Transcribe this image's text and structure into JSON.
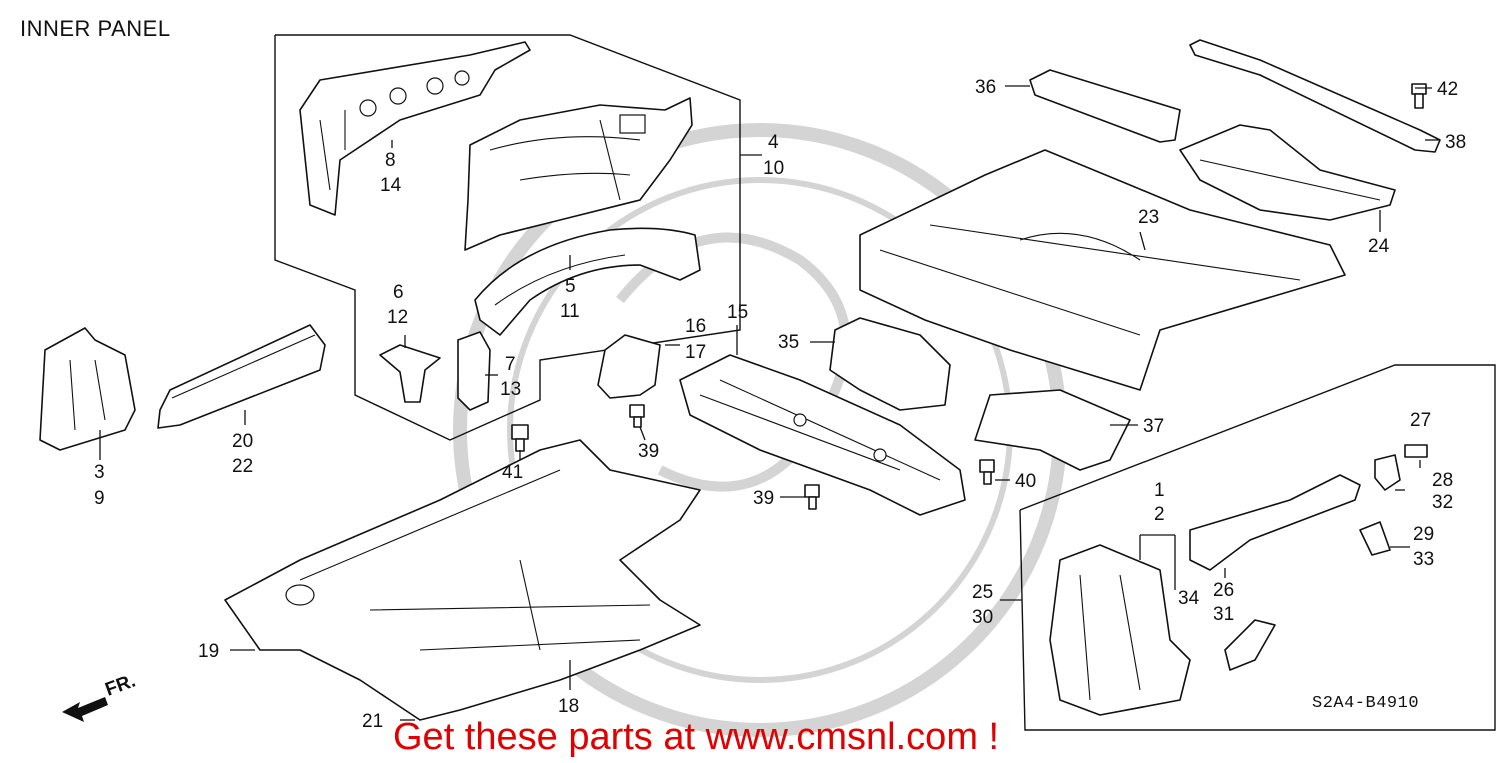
{
  "title": "INNER PANEL",
  "reference_code": "S2A4-B4910",
  "banner": "Get these parts at www.cmsnl.com !",
  "front_indicator": "FR.",
  "watermark_color": "#cfcfcf",
  "banner_color": "#e00000",
  "callouts": {
    "c1": "1",
    "c2": "2",
    "c3": "3",
    "c4": "4",
    "c5": "5",
    "c6": "6",
    "c7": "7",
    "c8": "8",
    "c9": "9",
    "c10": "10",
    "c11": "11",
    "c12": "12",
    "c13": "13",
    "c14": "14",
    "c15": "15",
    "c16": "16",
    "c17": "17",
    "c18": "18",
    "c19": "19",
    "c20": "20",
    "c21": "21",
    "c22": "22",
    "c23": "23",
    "c24": "24",
    "c25": "25",
    "c26": "26",
    "c27": "27",
    "c28": "28",
    "c29": "29",
    "c30": "30",
    "c31": "31",
    "c32": "32",
    "c33": "33",
    "c34": "34",
    "c35": "35",
    "c36": "36",
    "c37": "37",
    "c38": "38",
    "c39a": "39",
    "c39b": "39",
    "c40": "40",
    "c41": "41",
    "c42": "42"
  }
}
